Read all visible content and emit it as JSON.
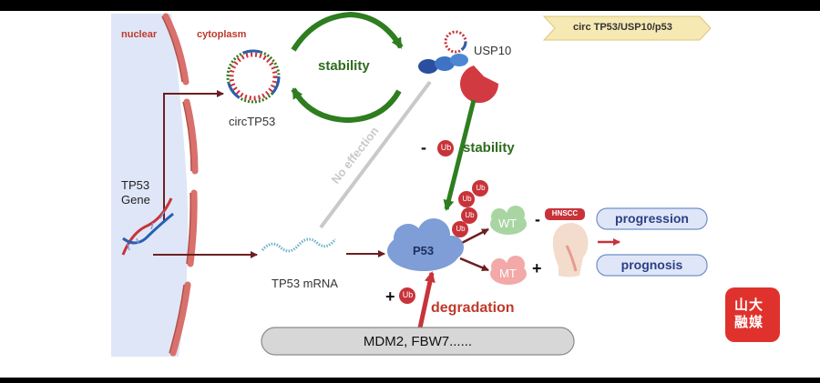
{
  "labels": {
    "nuclear": "nuclear",
    "cytoplasm": "cytoplasm",
    "circ": "circTP53",
    "usp10": "USP10",
    "stability_top": "stability",
    "stability_right": "stability",
    "stability_sign": "-",
    "ub": "Ub",
    "no_effection": "No effection",
    "gene_line1": "TP53",
    "gene_line2": "Gene",
    "mrna": "TP53 mRNA",
    "p53": "P53",
    "wt": "WT",
    "mt": "MT",
    "wt_sign": "-",
    "mt_sign": "+",
    "hnscc": "HNSCC",
    "progression": "progression",
    "prognosis": "prognosis",
    "degradation": "degradation",
    "degradation_sign": "+",
    "mdm": "MDM2, FBW7......",
    "banner": "circ TP53/USP10/p53",
    "logo_line1": "山大",
    "logo_line2": "融媒"
  },
  "colors": {
    "nucleus_fill": "#dfe6f7",
    "membrane": "#d9706b",
    "dark_red_arrow": "#6b1f22",
    "stability_green": "#2e7d1f",
    "ub_red": "#c8333a",
    "p53_blue": "#7f9dd6",
    "wt_green": "#a8d5a2",
    "mt_pink": "#f2a9a7",
    "pill_fill": "#dfe6f7",
    "banner_fill": "#f6e9b3",
    "logo_red": "#e0322c"
  }
}
